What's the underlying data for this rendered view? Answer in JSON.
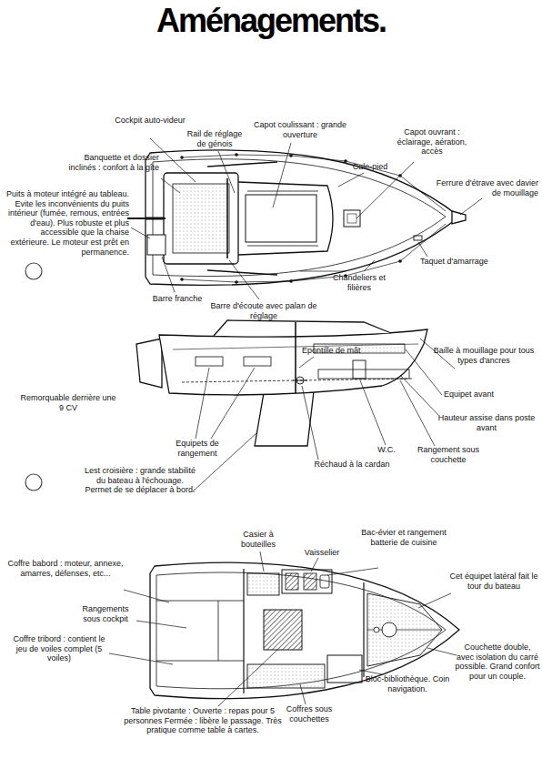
{
  "diagram": {
    "title": "Aménagements.",
    "labels": [
      "Cockpit auto-videur",
      "Rail de réglage de génois",
      "Capot coulissant : grande ouverture",
      "Capot ouvrant : éclairage, aération, accès",
      "Banquette et dossier inclinés : confort à la gîte",
      "Cale-pied",
      "Ferrure d'étrave avec davier de mouillage",
      "Puits à moteur intégré au tableau. Evite les inconvénients du puits intérieur (fumée, remous, entrées d'eau). Plus robuste et plus accessible que la chaise extérieure. Le moteur est prêt en permanence.",
      "Taquet d'amarrage",
      "Chandeliers et filières",
      "Barre franche",
      "Barre d'écoute avec palan de réglage",
      "Epontille de mât",
      "Baille à mouillage pour tous types d'ancres",
      "Remorquable derrière une 9 CV",
      "Equipet avant",
      "Hauteur assise dans poste avant",
      "Equipets de rangement",
      "W.C.",
      "Rangement sous couchette",
      "Réchaud à la cardan",
      "Lest croisière : grande stabilité du bateau à l'échouage. Permet de se déplacer à bord.",
      "Casier à bouteilles",
      "Vaisselier",
      "Bac-évier et rangement batterie de cuisine",
      "Coffre babord : moteur, annexe, amarres, défenses, etc...",
      "Cet équipet latéral fait le tour du bateau",
      "Rangements sous cockpit",
      "Coffre tribord : contient le jeu de voiles complet (5 voiles)",
      "Couchette double, avec isolation du carré possible. Grand confort pour un couple.",
      "Table pivotante : Ouverte : repas pour 5 personnes Fermée : libère le passage. Très pratique comme table à cartes.",
      "Coffres sous couchettes",
      "Bloc-bibliothèque. Coin navigation."
    ]
  }
}
